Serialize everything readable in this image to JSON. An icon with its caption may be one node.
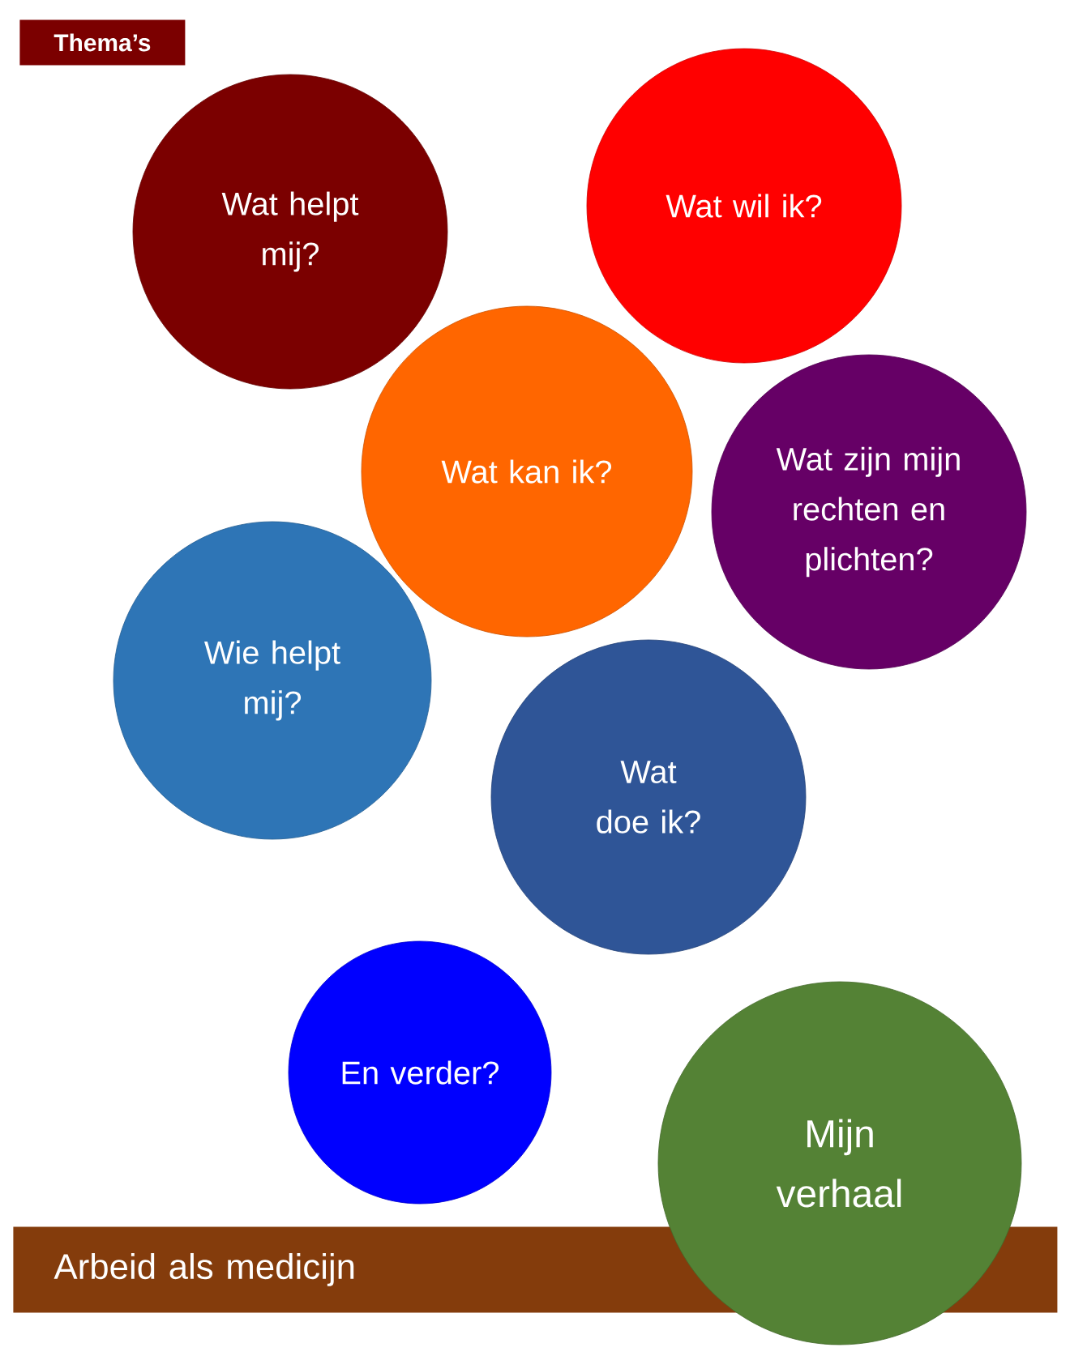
{
  "diagram": {
    "title": "Thema’s",
    "nodes": [
      {
        "text": [
          "Wat helpt mij?"
        ]
      },
      {
        "text": [
          "Wat wil ik?"
        ]
      },
      {
        "text": [
          "Wat kan ik?"
        ]
      },
      {
        "text": [
          "Wat zijn mijn rechten en plichten?"
        ]
      },
      {
        "text": [
          "Wie helpt mij?"
        ]
      },
      {
        "text": [
          "Wat doe ik?"
        ]
      },
      {
        "text": [
          "En verder?"
        ]
      },
      {
        "text": [
          "Mijn verhaal"
        ]
      },
      {
        "text": [
          "Arbeid als medicijn"
        ]
      }
    ]
  }
}
